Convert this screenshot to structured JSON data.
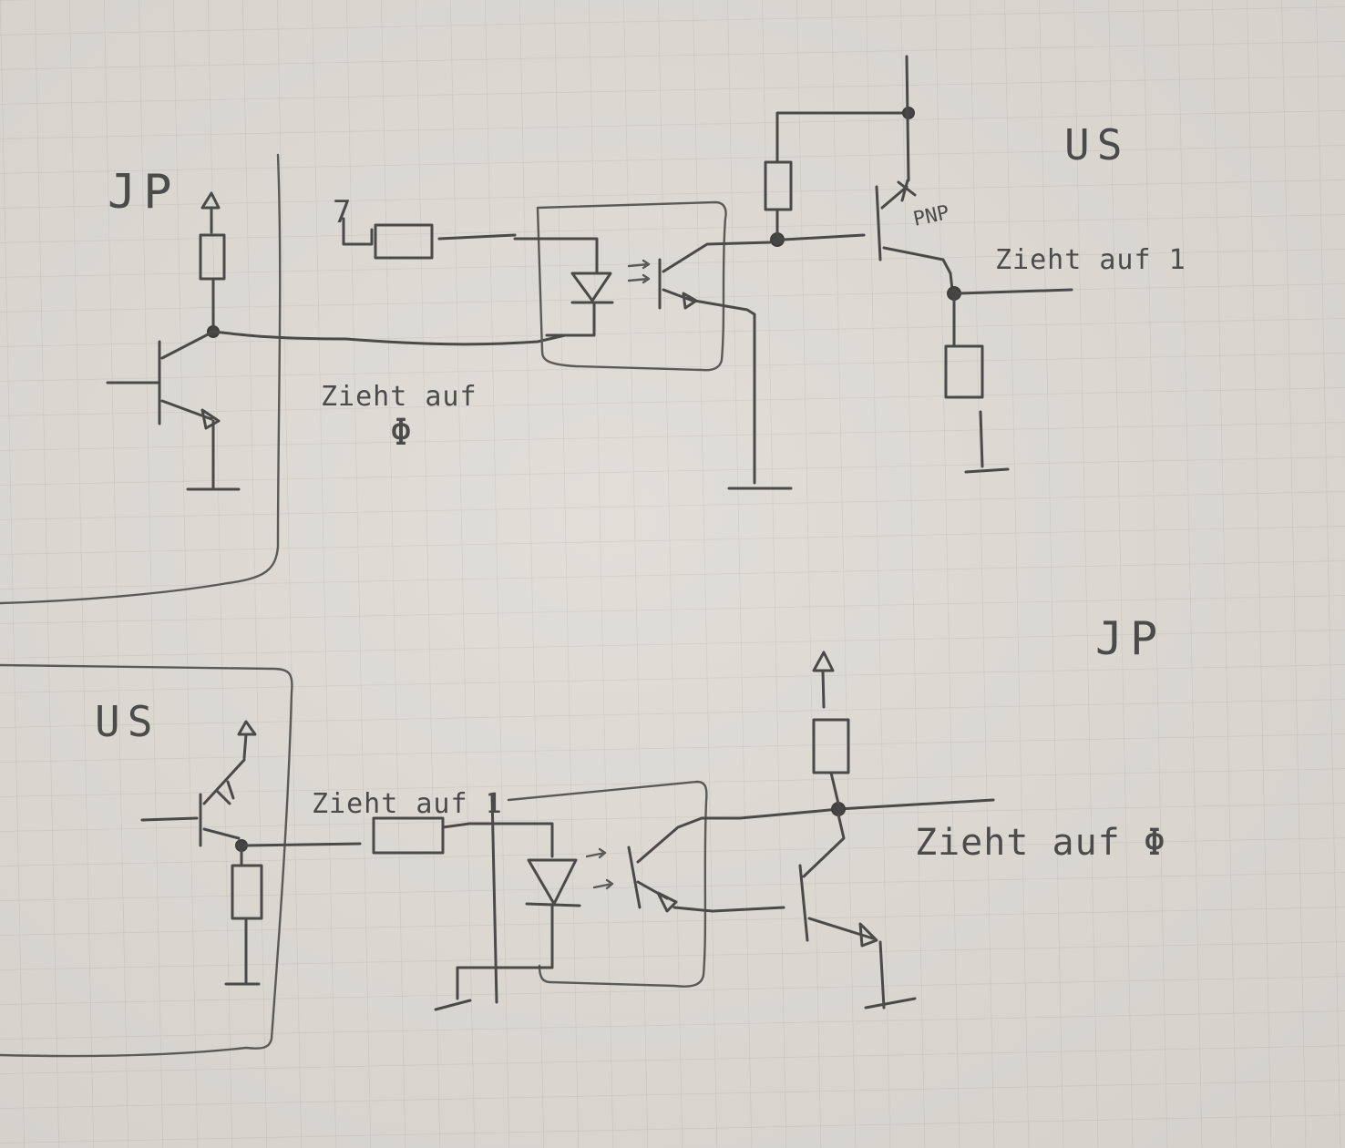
{
  "colors": {
    "paper": "#dcdad3",
    "grid": "#b9b7b0",
    "ink": "#4a4a48"
  },
  "top_circuit": {
    "jp_label": "JP",
    "us_label": "US",
    "input_label": "7",
    "pnp_label": "PNP",
    "note_pulls_zero": "Zieht auf",
    "note_pulls_zero_value": "Φ",
    "note_pulls_one": "Zieht auf 1"
  },
  "bottom_circuit": {
    "us_label": "US",
    "jp_label": "JP",
    "note_pulls_one": "Zieht auf 1",
    "note_pulls_zero": "Zieht auf Φ"
  }
}
